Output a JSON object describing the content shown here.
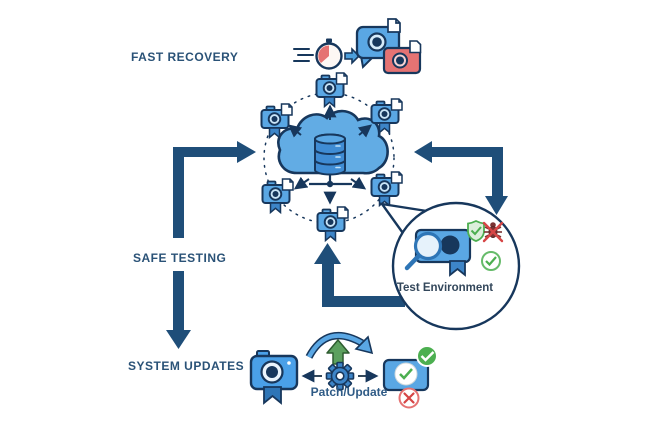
{
  "labels": {
    "fast_recovery": "FAST RECOVERY",
    "safe_testing": "SAFE TESTING",
    "system_updates": "SYSTEM UPDATES",
    "test_environment": "Test Environment",
    "patch_update": "Patch/Update"
  },
  "cluster": {
    "center_icon": "cloud-database-icon",
    "snapshot_icon": "snapshot-camera-icon",
    "snapshot_count": 6
  },
  "icons": [
    "stopwatch-icon",
    "speed-arrow-icon",
    "restored-snapshot-icon",
    "cloud-database-icon",
    "snapshot-camera-icon",
    "magnifier-camera-icon",
    "shield-check-icon",
    "no-bugs-icon",
    "verified-check-icon",
    "system-camera-icon",
    "gear-icon",
    "green-upgrade-arrow-icon",
    "update-cycle-arrow-icon",
    "patched-device-icon",
    "success-badge-icon",
    "error-badge-icon"
  ],
  "colors": {
    "navy": "#17375C",
    "arrow_navy": "#1F4E79",
    "light_blue": "#5AA7E4",
    "mid_blue": "#3D85C8",
    "pale_blue": "#CBE6F8",
    "red": "#E57373",
    "dark_red": "#D64545",
    "green": "#4CAF50",
    "label_text": "#2A5277",
    "background": "#FFFFFF"
  }
}
